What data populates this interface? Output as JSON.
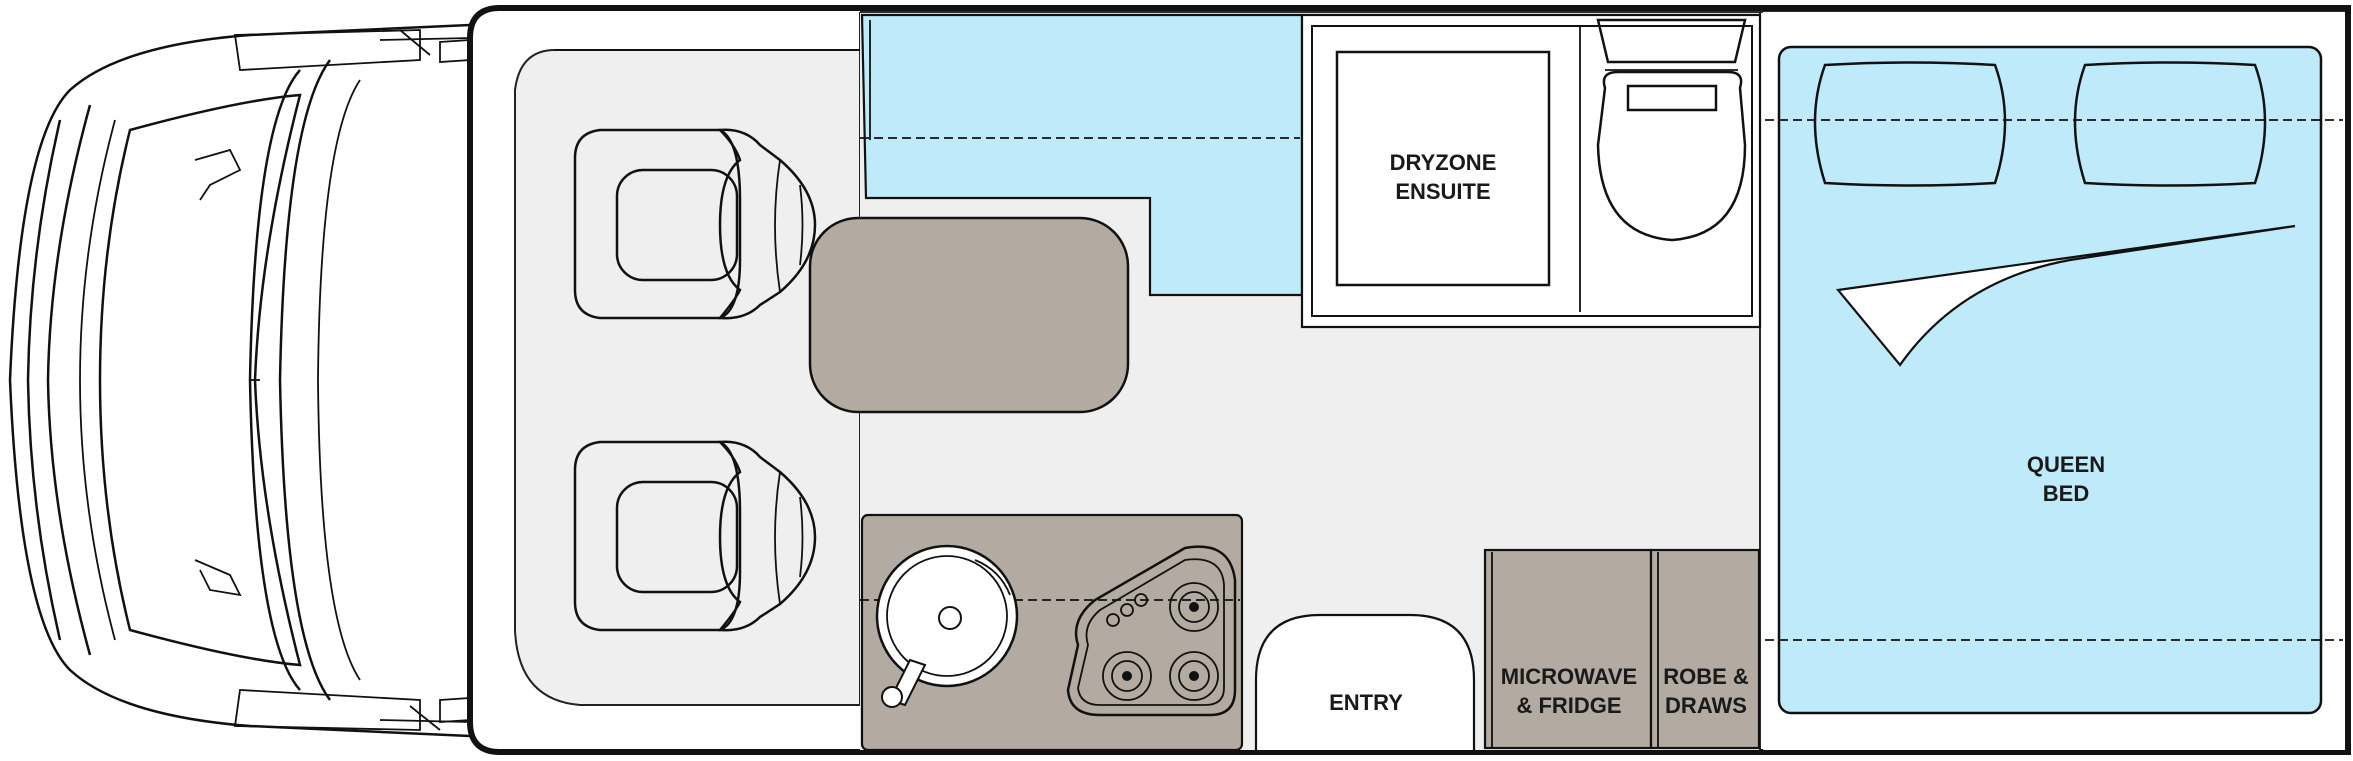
{
  "floorplan": {
    "labels": {
      "ensuite": [
        "DRYZONE",
        "ENSUITE"
      ],
      "bed": [
        "QUEEN",
        "BED"
      ],
      "entry": "ENTRY",
      "microwave": [
        "MICROWAVE",
        "& FRIDGE"
      ],
      "robe": [
        "ROBE &",
        "DRAWS"
      ]
    },
    "colors": {
      "bed_blue": "#bfeaf9",
      "bench_taupe": "#b3aaa1",
      "floor_grey": "#efefef",
      "outline": "#111111"
    },
    "icons": [
      "vehicle-cab-icon",
      "swivel-seat-icon",
      "table-icon",
      "sink-icon",
      "cooktop-icon",
      "toilet-icon",
      "shower-icon",
      "pillow-icon"
    ]
  }
}
